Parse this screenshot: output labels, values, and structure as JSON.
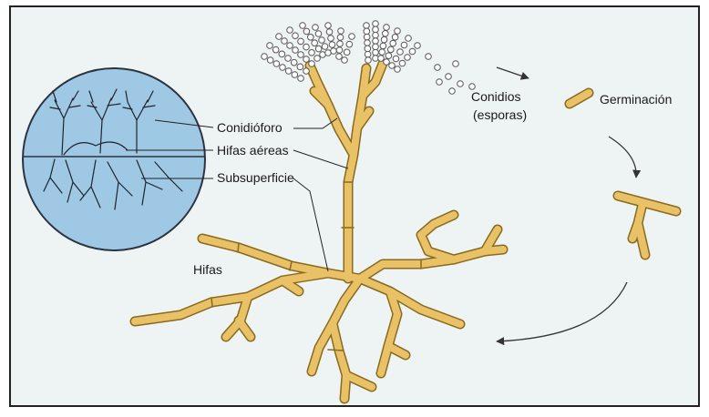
{
  "labels": {
    "conidioforo": "Conidióforo",
    "hifas_aereas": "Hifas aéreas",
    "subsuperficie": "Subsuperficie",
    "hifas": "Hifas",
    "conidios": "Conidios",
    "esporas": "(esporas)",
    "germinacion": "Germinación"
  },
  "colors": {
    "background": "#eef3f4",
    "frame": "#222222",
    "hypha_fill": "#e9c268",
    "hypha_outline": "#8a6a1c",
    "inset_circle": "#9fc8e4",
    "inset_outline": "#2b3340",
    "spore_fill": "#ffffff",
    "spore_outline": "#555555"
  }
}
